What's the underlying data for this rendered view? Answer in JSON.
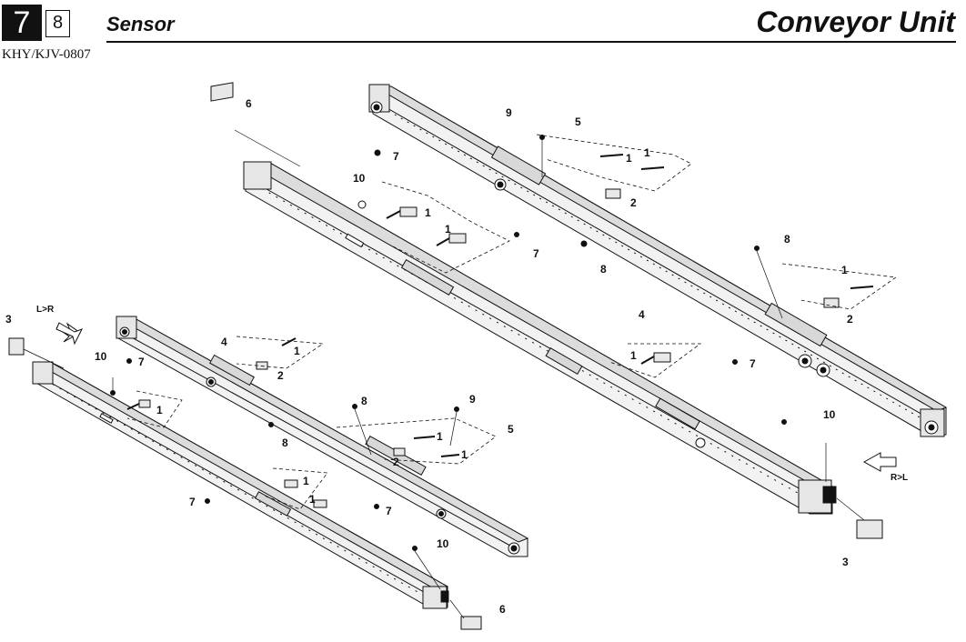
{
  "header": {
    "chapter": "7",
    "section": "8",
    "section_title": "Sensor",
    "unit_title": "Conveyor Unit"
  },
  "model": "KHY/KJV-0807",
  "directions": {
    "left_to_right": "L>R",
    "right_to_left": "R>L"
  },
  "callouts": {
    "c1": "1",
    "c2": "2",
    "c3": "3",
    "c4": "4",
    "c5": "5",
    "c6": "6",
    "c7": "7",
    "c8": "8",
    "c9": "9",
    "c10": "10"
  },
  "colors": {
    "line": "#111111",
    "rail_fill": "#f2f2f2",
    "rail_dark": "#d8d8d8"
  }
}
